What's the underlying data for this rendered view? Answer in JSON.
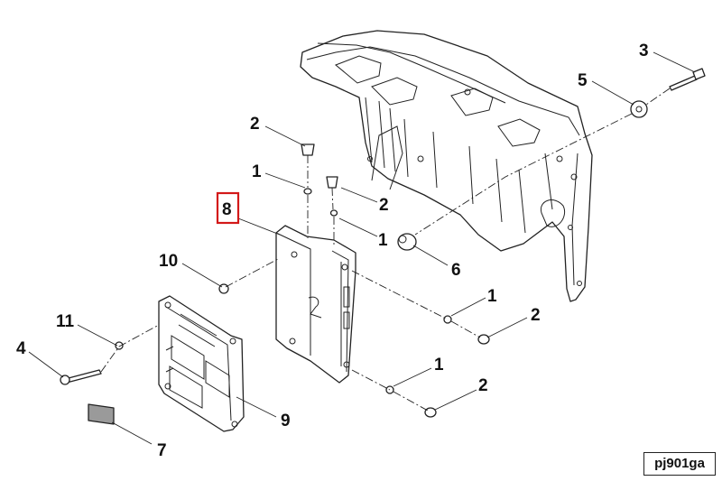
{
  "diagram": {
    "callouts": [
      {
        "id": "c3",
        "label": "3"
      },
      {
        "id": "c5",
        "label": "5"
      },
      {
        "id": "c2a",
        "label": "2"
      },
      {
        "id": "c1a",
        "label": "1"
      },
      {
        "id": "c2b",
        "label": "2"
      },
      {
        "id": "c8",
        "label": "8",
        "highlighted": true
      },
      {
        "id": "c1b",
        "label": "1"
      },
      {
        "id": "c10",
        "label": "10"
      },
      {
        "id": "c6",
        "label": "6"
      },
      {
        "id": "c1c",
        "label": "1"
      },
      {
        "id": "c11",
        "label": "11"
      },
      {
        "id": "c2c",
        "label": "2"
      },
      {
        "id": "c4",
        "label": "4"
      },
      {
        "id": "c1d",
        "label": "1"
      },
      {
        "id": "c2d",
        "label": "2"
      },
      {
        "id": "c9",
        "label": "9"
      },
      {
        "id": "c7",
        "label": "7"
      }
    ],
    "highlight_color": "#d31919",
    "drawing_id": "pj901ga"
  }
}
